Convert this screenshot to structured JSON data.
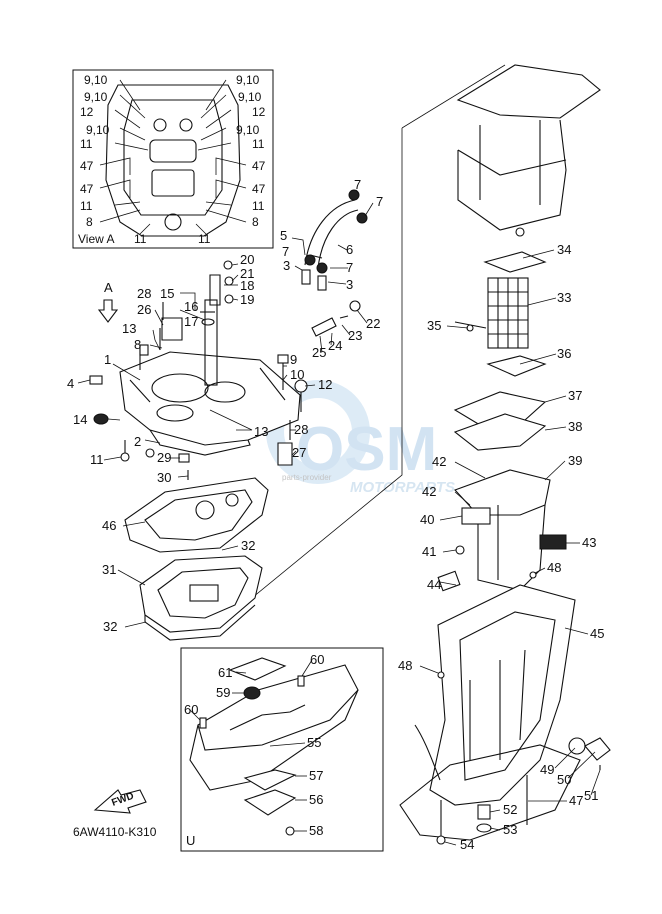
{
  "view_a": {
    "title": "View A",
    "labels_left": [
      "9,10",
      "9,10",
      "12",
      "9,10",
      "11",
      "47",
      "47",
      "11",
      "8",
      "11"
    ],
    "labels_right": [
      "9,10",
      "9,10",
      "12",
      "9,10",
      "11",
      "47",
      "47",
      "11",
      "8",
      "11"
    ]
  },
  "view_arrow_label": "A",
  "callouts": {
    "c1": "1",
    "c2": "2",
    "c3": "3",
    "c3b": "3",
    "c4": "4",
    "c5": "5",
    "c6": "6",
    "c7a": "7",
    "c7b": "7",
    "c7c": "7",
    "c7d": "7",
    "c8": "8",
    "c9": "9",
    "c10": "10",
    "c12": "12",
    "c13a": "13",
    "c13b": "13",
    "c14": "14",
    "c11": "11",
    "c15": "15",
    "c16": "16",
    "c17": "17",
    "c18": "18",
    "c19": "19",
    "c20": "20",
    "c21": "21",
    "c22": "22",
    "c23": "23",
    "c24": "24",
    "c25": "25",
    "c26": "26",
    "c27": "27",
    "c28a": "28",
    "c28b": "28",
    "c29": "29",
    "c30": "30",
    "c31": "31",
    "c32a": "32",
    "c32b": "32",
    "c33": "33",
    "c34": "34",
    "c35": "35",
    "c36": "36",
    "c37": "37",
    "c38": "38",
    "c39": "39",
    "c40": "40",
    "c41": "41",
    "c42a": "42",
    "c42b": "42",
    "c43": "43",
    "c44": "44",
    "c45": "45",
    "c46": "46",
    "c47": "47",
    "c48a": "48",
    "c48b": "48",
    "c49": "49",
    "c50": "50",
    "c51": "51",
    "c52": "52",
    "c53": "53",
    "c54": "54",
    "c55": "55",
    "c56": "56",
    "c57": "57",
    "c58": "58",
    "c59": "59",
    "c60a": "60",
    "c60b": "60",
    "c61": "61"
  },
  "inset_u_label": "U",
  "fwd_label": "FWD",
  "diagram_code": "6AW4110-K310",
  "watermark": {
    "logo": "OSM",
    "text": "MOTORPARTS",
    "subtext": "parts-provider"
  }
}
